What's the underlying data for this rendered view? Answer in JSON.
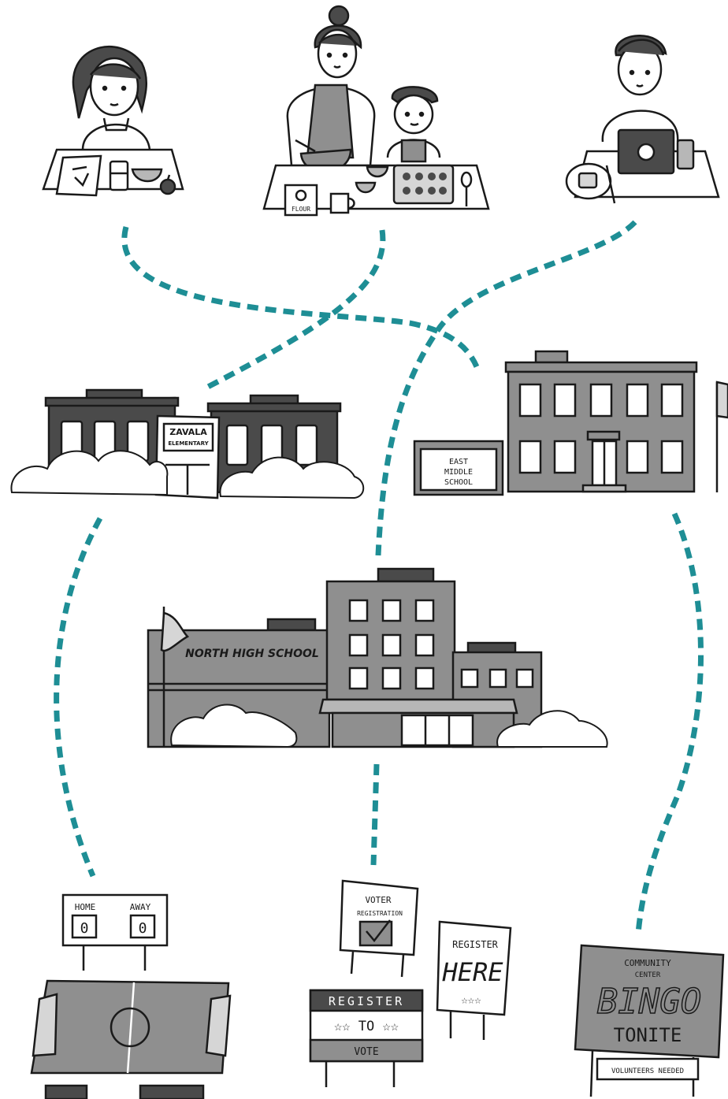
{
  "colors": {
    "connector": "#1e8e95",
    "ink": "#1a1a1a",
    "building_dark": "#4a4a4a",
    "building_mid": "#8f8f8f",
    "building_light": "#b7b7b7",
    "background": "#ffffff"
  },
  "elementary_sign": {
    "line1": "ZAVALA",
    "line2": "ELEMENTARY"
  },
  "middle_sign": {
    "line1": "EAST",
    "line2": "MIDDLE",
    "line3": "SCHOOL"
  },
  "high_school_sign": "NORTH HIGH SCHOOL",
  "flour_label": "FLOUR",
  "scoreboard": {
    "home_label": "HOME",
    "away_label": "AWAY",
    "home_score": "0",
    "away_score": "0"
  },
  "voter_sign": {
    "line1": "VOTER",
    "line2": "REGISTRATION"
  },
  "register_here_sign": {
    "line1": "REGISTER",
    "line2": "HERE",
    "stars": "☆☆☆"
  },
  "register_vote_sign": {
    "top": "REGISTER",
    "middle": "☆☆ TO ☆☆",
    "bottom": "VOTE"
  },
  "bingo_sign": {
    "line1": "COMMUNITY",
    "line2": "CENTER",
    "line3": "BINGO",
    "line4": "TONITE",
    "banner": "VOLUNTEERS NEEDED"
  },
  "icons": [
    "girl-drawing-icon",
    "parent-baking-icon",
    "child-baking-icon",
    "student-laptop-icon",
    "flag-icon",
    "soccer-field-icon"
  ]
}
